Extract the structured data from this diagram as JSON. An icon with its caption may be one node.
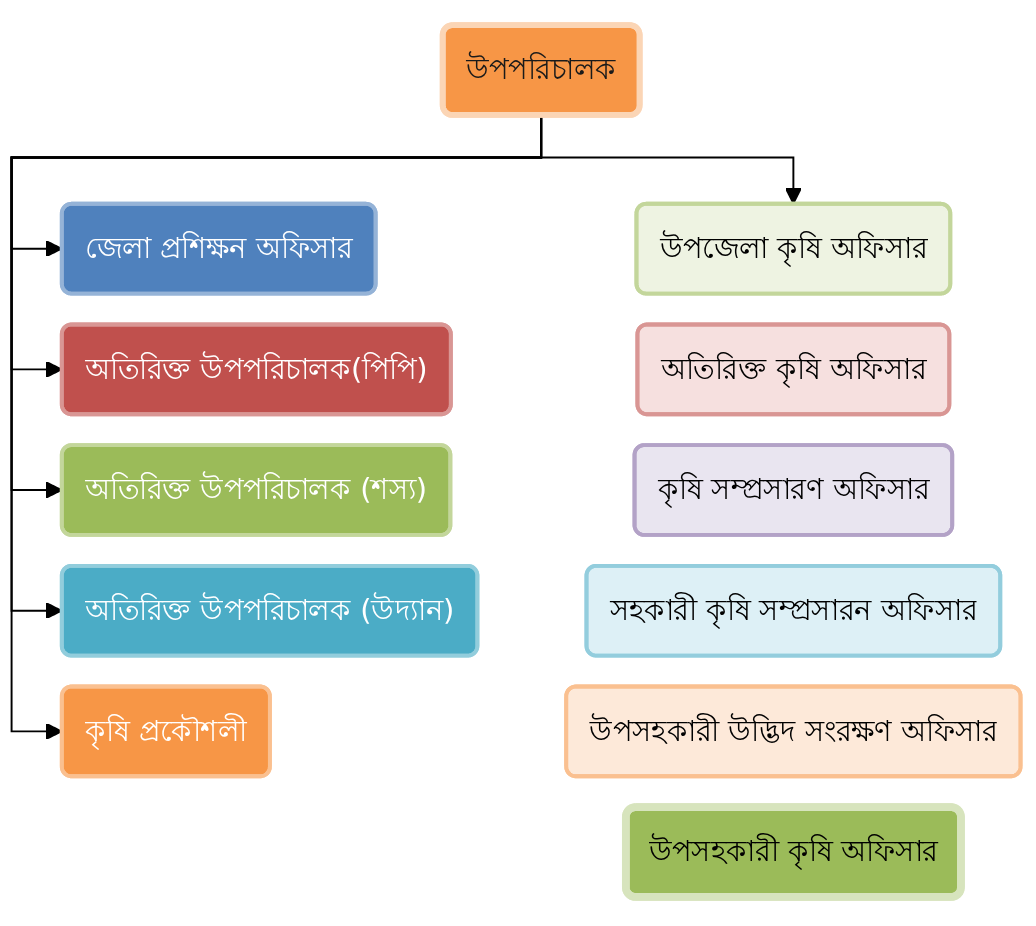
{
  "diagram": {
    "nodes": [
      {
        "text": [
          "উপপরিচালক"
        ]
      },
      {
        "text": [
          "জেলা প্রশিক্ষন অফিসার"
        ]
      },
      {
        "text": [
          "অতিরিক্ত উপপরিচালক(পিপি)"
        ]
      },
      {
        "text": [
          "অতিরিক্ত উপপরিচালক (শস্য)"
        ]
      },
      {
        "text": [
          "অতিরিক্ত উপপরিচালক (উদ্যান)"
        ]
      },
      {
        "text": [
          "কৃষি প্রকৌশলী"
        ]
      },
      {
        "text": [
          "উপজেলা কৃষি অফিসার"
        ]
      },
      {
        "text": [
          "অতিরিক্ত কৃষি অফিসার"
        ]
      },
      {
        "text": [
          "কৃষি সম্প্রসারণ অফিসার"
        ]
      },
      {
        "text": [
          "সহকারী কৃষি সম্প্রসারন অফিসার"
        ]
      },
      {
        "text": [
          "উপসহকারী উদ্ভিদ সংরক্ষণ অফিসার"
        ]
      },
      {
        "text": [
          "উপসহকারী কৃষি অফিসার"
        ]
      }
    ],
    "edges": [
      {
        "from": 0,
        "to": 1,
        "arrow": "to"
      },
      {
        "from": 0,
        "to": 2,
        "arrow": "to"
      },
      {
        "from": 0,
        "to": 3,
        "arrow": "to"
      },
      {
        "from": 0,
        "to": 4,
        "arrow": "to"
      },
      {
        "from": 0,
        "to": 5,
        "arrow": "to"
      },
      {
        "from": 0,
        "to": 6,
        "arrow": "to"
      }
    ]
  }
}
